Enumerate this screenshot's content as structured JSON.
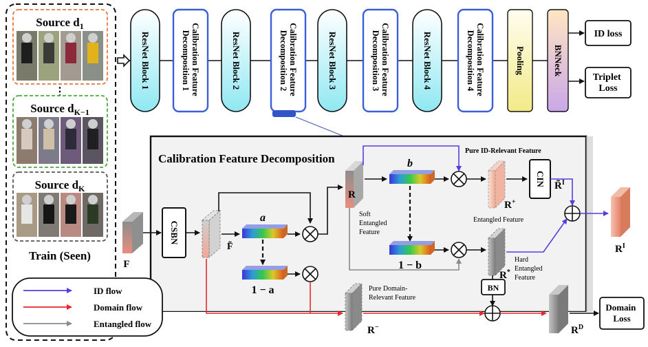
{
  "train_panel": {
    "sources": [
      {
        "label": "Source d",
        "sub": "1"
      },
      {
        "label": "Source d",
        "sub": "K−1"
      },
      {
        "label": "Source d",
        "sub": "K"
      }
    ],
    "ellipsis": "⋮",
    "caption": "Train (Seen)"
  },
  "pipeline": {
    "blocks": [
      {
        "label": "ResNet Block 1",
        "kind": "resnet"
      },
      {
        "label": "Calibration Feature Decomposition 1",
        "kind": "cfd"
      },
      {
        "label": "ResNet Block 2",
        "kind": "resnet"
      },
      {
        "label": "Calibration Feature Decomposition 2",
        "kind": "cfd"
      },
      {
        "label": "ResNet Block 3",
        "kind": "resnet"
      },
      {
        "label": "Calibration Feature Decomposition 3",
        "kind": "cfd"
      },
      {
        "label": "ResNet Block 4",
        "kind": "resnet"
      },
      {
        "label": "Calibration Feature Decomposition 4",
        "kind": "cfd"
      },
      {
        "label": "Pooling",
        "kind": "pool"
      },
      {
        "label": "BNNeck",
        "kind": "bnneck"
      }
    ],
    "losses": [
      "ID loss",
      "Triplet Loss"
    ]
  },
  "cfd": {
    "title": "Calibration Feature Decomposition",
    "input": "F",
    "csbn": "CSBN",
    "f_tilde": "F̃",
    "a": "a",
    "one_minus_a": "1 − a",
    "R": "R",
    "b": "b",
    "one_minus_b": "1 − b",
    "soft": "Soft Entangled Feature",
    "pure_id": "Pure ID-Relevant Feature",
    "r_plus": "R",
    "r_plus_sup": "+",
    "entangled": "Entangled Feature",
    "cin": "CIN",
    "r_tilde": "R̃",
    "r_tilde_sup": "I",
    "r_star": "R",
    "r_star_sup": "*",
    "hard": "Hard Entangled Feature",
    "bn": "BN",
    "pure_domain": "Pure Domain-Relevant Feature",
    "r_minus": "R",
    "r_minus_sup": "−",
    "r_i": "R",
    "r_i_sup": "I",
    "r_d": "R",
    "r_d_sup": "D",
    "domain_loss": "Domain Loss"
  },
  "legend": [
    {
      "label": "ID flow",
      "color": "#5a3be0"
    },
    {
      "label": "Domain flow",
      "color": "#e8262b"
    },
    {
      "label": "Entangled flow",
      "color": "#8a8a8a"
    }
  ],
  "colors": {
    "id_flow": "#5a3be0",
    "domain_flow": "#e8262b",
    "entangled_flow": "#8a8a8a",
    "cfd_border": "#3a5fd6"
  }
}
